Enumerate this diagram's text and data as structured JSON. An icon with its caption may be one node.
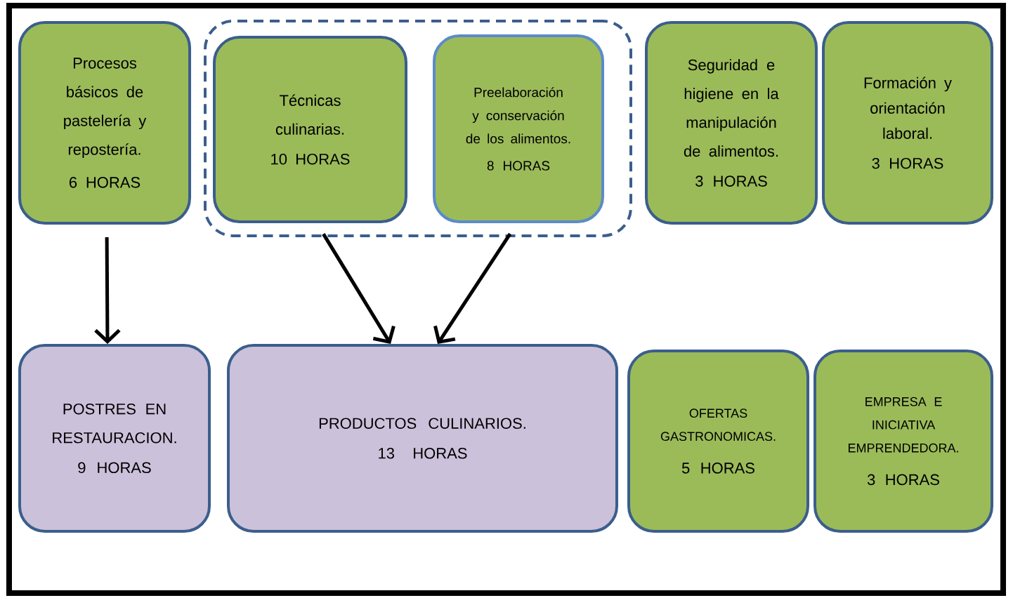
{
  "diagram": {
    "nodes": [
      {
        "text": [
          "Procesos básicos de pastelería y repostería.",
          "6 HORAS"
        ]
      },
      {
        "text": [],
        "shape": "box"
      },
      {
        "text": [
          "Técnicas culinarias.",
          "10 HORAS"
        ],
        "in": 1
      },
      {
        "text": [
          "Preelaboración y conservación de los alimentos.",
          "8 HORAS"
        ],
        "in": 1
      },
      {
        "text": [
          "Seguridad e higiene en la manipulación de alimentos.",
          "3 HORAS"
        ]
      },
      {
        "text": [
          "Formación y orientación laboral.",
          "3 HORAS"
        ]
      },
      {
        "text": [
          "POSTRES EN RESTAURACION.",
          "9 HORAS"
        ]
      },
      {
        "text": [
          "PRODUCTOS CULINARIOS.",
          "13 HORAS"
        ]
      },
      {
        "text": [
          "OFERTAS GASTRONOMICAS.",
          "5 HORAS"
        ]
      },
      {
        "text": [
          "EMPRESA E INICIATIVA EMPRENDEDORA.",
          "3 HORAS"
        ]
      }
    ],
    "edges": [
      {
        "from": 0,
        "to": 6,
        "arrow": "to"
      },
      {
        "from": 2,
        "to": 7,
        "arrow": "to"
      },
      {
        "from": 3,
        "to": 7,
        "arrow": "to"
      }
    ]
  }
}
